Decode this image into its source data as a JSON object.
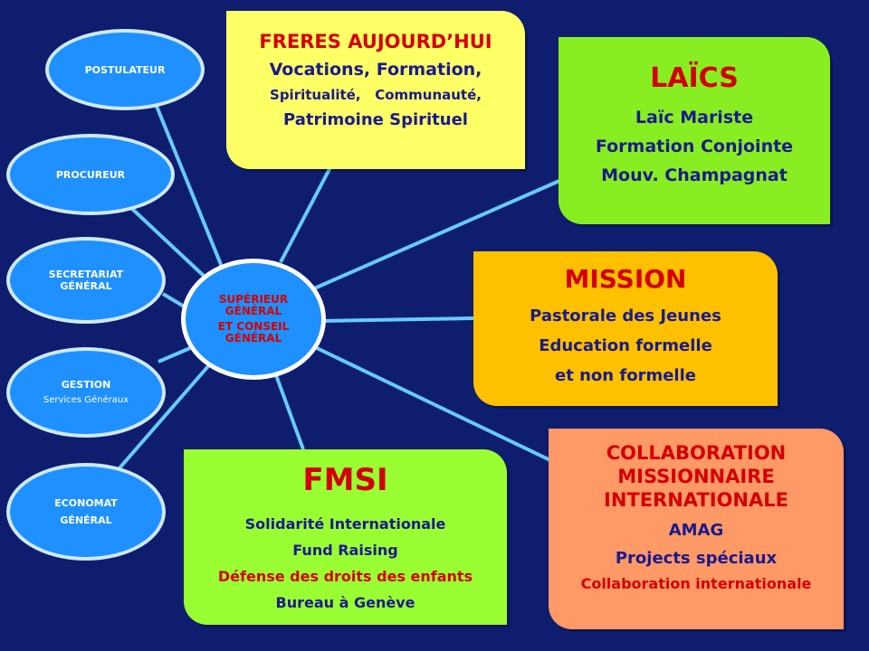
{
  "center": {
    "line1": "SUPÉRIEUR",
    "line2": "GÉNÉRAL",
    "line3": "ET CONSEIL",
    "line4": "GÉNÉRAL"
  },
  "satellites": {
    "postulateur": "POSTULATEUR",
    "procureur": "PROCUREUR",
    "secretariat_1": "SECRETARIAT",
    "secretariat_2": "GÉNÉRAL",
    "gestion_1": "GESTION",
    "gestion_2": "Services Généraux",
    "economat_1": "ECONOMAT",
    "economat_2": "GÉNÉRAL"
  },
  "boxes": {
    "freres": {
      "title": "FRERES AUJOURD’HUI",
      "line1": "Vocations, Formation,",
      "line2": "Spiritualité,   Communauté,",
      "line3": "Patrimoine Spirituel"
    },
    "laics": {
      "title": "LAÏCS",
      "line1": "Laïc Mariste",
      "line2": "Formation Conjointe",
      "line3": "Mouv. Champagnat"
    },
    "mission": {
      "title": "MISSION",
      "line1": "Pastorale des Jeunes",
      "line2": "Education formelle",
      "line3": "et non formelle"
    },
    "collab": {
      "title1": "COLLABORATION",
      "title2": "MISSIONNAIRE",
      "title3": "INTERNATIONALE",
      "line1": "AMAG",
      "line2": "Projects spéciaux",
      "line3": "Collaboration internationale"
    },
    "fmsi": {
      "title": "FMSI",
      "line1": "Solidarité Internationale",
      "line2": "Fund Raising",
      "line3": "Défense des droits des enfants",
      "line4": "Bureau à Genève"
    }
  },
  "colors": {
    "background": "#0f1d6e",
    "connector": "#66ccff",
    "satellite": "#1e90ff",
    "title_red": "#d40000",
    "text_blue": "#1a1a8c"
  }
}
